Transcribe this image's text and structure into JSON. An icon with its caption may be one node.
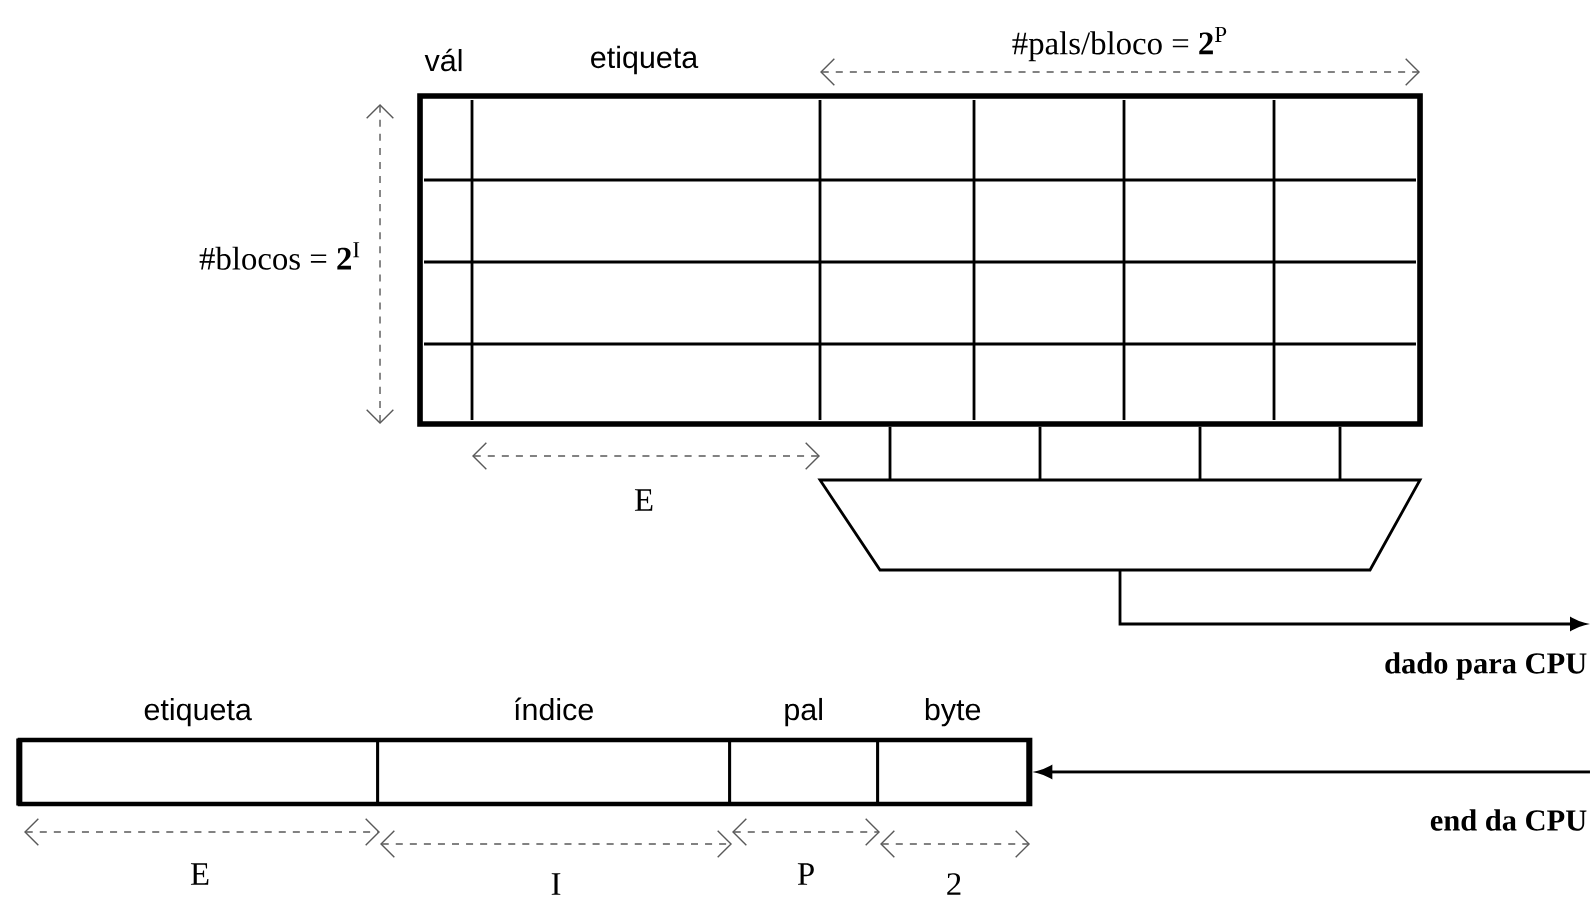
{
  "diagram": {
    "nodes": [
      {
        "text": [],
        "shape": "box"
      },
      {
        "text": [],
        "shape": "trapezoid"
      },
      {
        "text": [],
        "shape": "box"
      },
      {
        "text": [
          "etiqueta"
        ],
        "in": 2
      },
      {
        "text": [
          "índice"
        ],
        "in": 2
      },
      {
        "text": [
          "pal"
        ],
        "in": 2
      },
      {
        "text": [
          "byte"
        ],
        "in": 2
      }
    ],
    "edges": [
      {
        "from": 0,
        "to": 1,
        "arrow": "none"
      },
      {
        "from": 0,
        "to": 1,
        "arrow": "none"
      },
      {
        "from": 0,
        "to": 1,
        "arrow": "none"
      },
      {
        "from": 0,
        "to": 1,
        "arrow": "none"
      },
      {
        "from": 1,
        "to": null,
        "arrow": "to",
        "label": "dado para CPU"
      },
      {
        "from": null,
        "to": 2,
        "arrow": "to",
        "label": "end da CPU"
      }
    ],
    "labels": [
      "vál",
      "etiqueta",
      "#pals/bloco = **2**$^{P}$",
      "#blocos = **2**$^{I}$",
      "E",
      "E",
      "I",
      "P",
      "2"
    ]
  }
}
